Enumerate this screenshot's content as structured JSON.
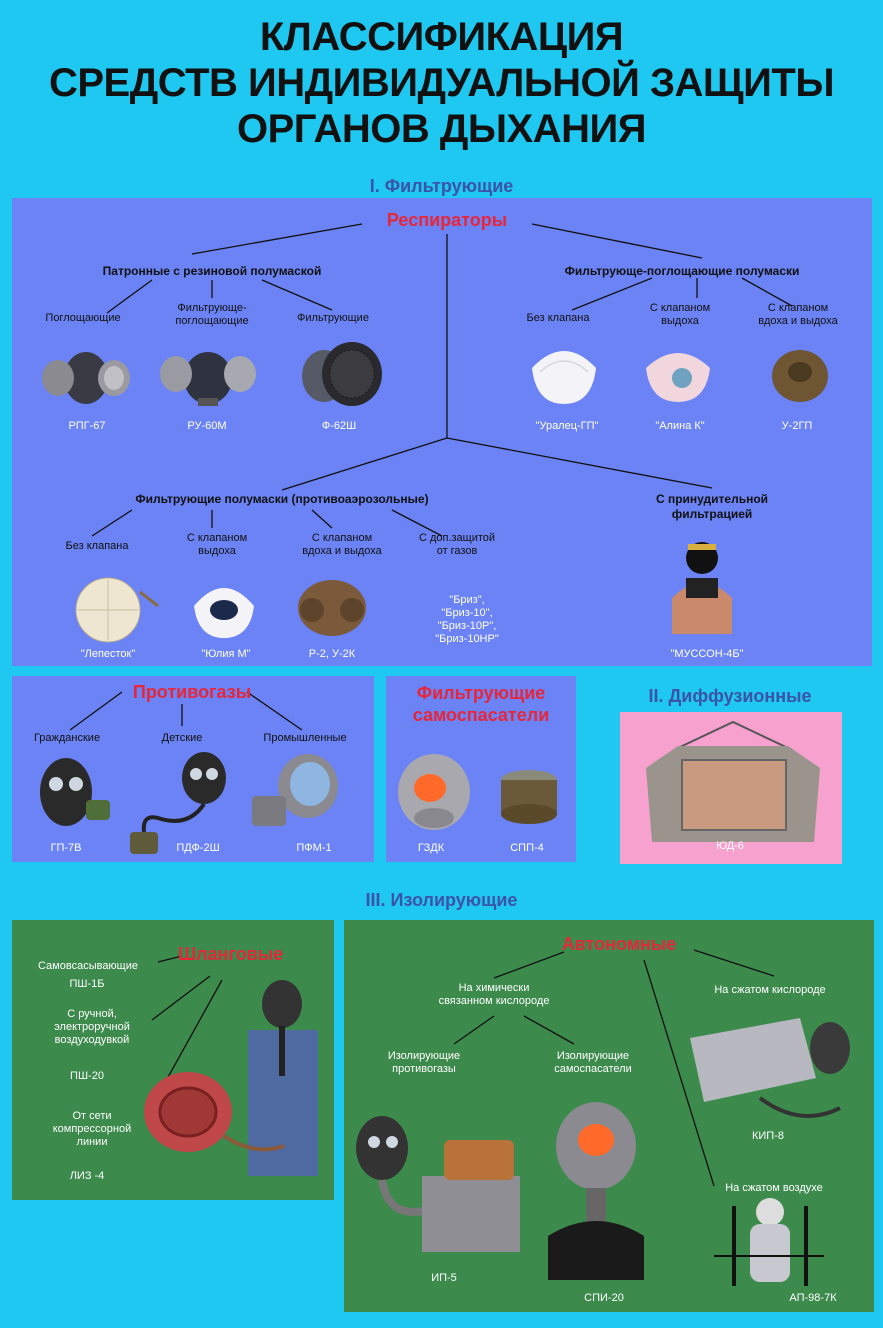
{
  "title": {
    "line1": "КЛАССИФИКАЦИЯ",
    "line2": "СРЕДСТВ ИНДИВИДУАЛЬНОЙ ЗАЩИТЫ",
    "line3": "ОРГАНОВ ДЫХАНИЯ"
  },
  "section1": "I. Фильтрующие",
  "respirators": {
    "title": "Респираторы",
    "cartridge": {
      "heading": "Патронные  с резиновой полумаской",
      "types": [
        "Поглощающие",
        "Фильтрующе-\nпоглощающие",
        "Фильтрующие"
      ],
      "models": [
        "РПГ-67",
        "РУ-60М",
        "Ф-62Ш"
      ]
    },
    "half_masks": {
      "heading": "Фильтрующе-поглощающие полумаски",
      "types": [
        "Без клапана",
        "С клапаном\nвыдоха",
        "С клапаном\nвдоха и выдоха"
      ],
      "models": [
        "\"Уралец-ГП\"",
        "\"Алина К\"",
        "У-2ГП"
      ]
    },
    "aerosol": {
      "heading": "Фильтрующие полумаски (противоаэрозольные)",
      "types": [
        "Без клапана",
        "С клапаном\nвыдоха",
        "С клапаном\nвдоха и выдоха",
        "С доп.защитой\nот газов"
      ],
      "models": [
        "\"Лепесток\"",
        "\"Юлия М\"",
        "Р-2,   У-2К",
        "\"Бриз\",\n\"Бриз-10\",\n\"Бриз-10Р\",\n\"Бриз-10НР\""
      ]
    },
    "forced": {
      "heading": "С принудительной\nфильтрацией",
      "model": "\"МУССОН-4Б\""
    }
  },
  "gasmasks": {
    "title": "Противогазы",
    "types": [
      "Гражданские",
      "Детские",
      "Промышленные"
    ],
    "models": [
      "ГП-7В",
      "ПДФ-2Ш",
      "ПФМ-1"
    ]
  },
  "self_rescuers": {
    "title": "Фильтрующие\nсамоспасатели",
    "models": [
      "ГЗДК",
      "СПП-4"
    ]
  },
  "diffusion": {
    "title": "II. Диффузионные",
    "model": "ЮД-6"
  },
  "section3": "III. Изолирующие",
  "hose": {
    "title": "Шланговые",
    "types": [
      "Самовсасывающие",
      "С ручной,\nэлектроручной\nвоздуходувкой",
      "От сети\nкомпрессорной\nлинии"
    ],
    "models": [
      "ПШ-1Б",
      "ПШ-20",
      "ЛИЗ -4"
    ]
  },
  "autonomous": {
    "title": "Автономные",
    "chemical": "На химически\nсвязанном кислороде",
    "compressed_o2": "На сжатом кислороде",
    "compressed_air": "На сжатом воздухе",
    "isolating_gasmasks": "Изолирующие\nпротивогазы",
    "isolating_rescuers": "Изолирующие\nсамоспасатели",
    "models": [
      "ИП-5",
      "СПИ-20",
      "КИП-8",
      "АП-98-7К"
    ]
  },
  "colors": {
    "background": "#1fc8f0",
    "blue_panel": "#6b83f4",
    "green_panel": "#3c8a4c",
    "pink_panel": "#f7a1cf",
    "accent_red": "#e8263a"
  }
}
